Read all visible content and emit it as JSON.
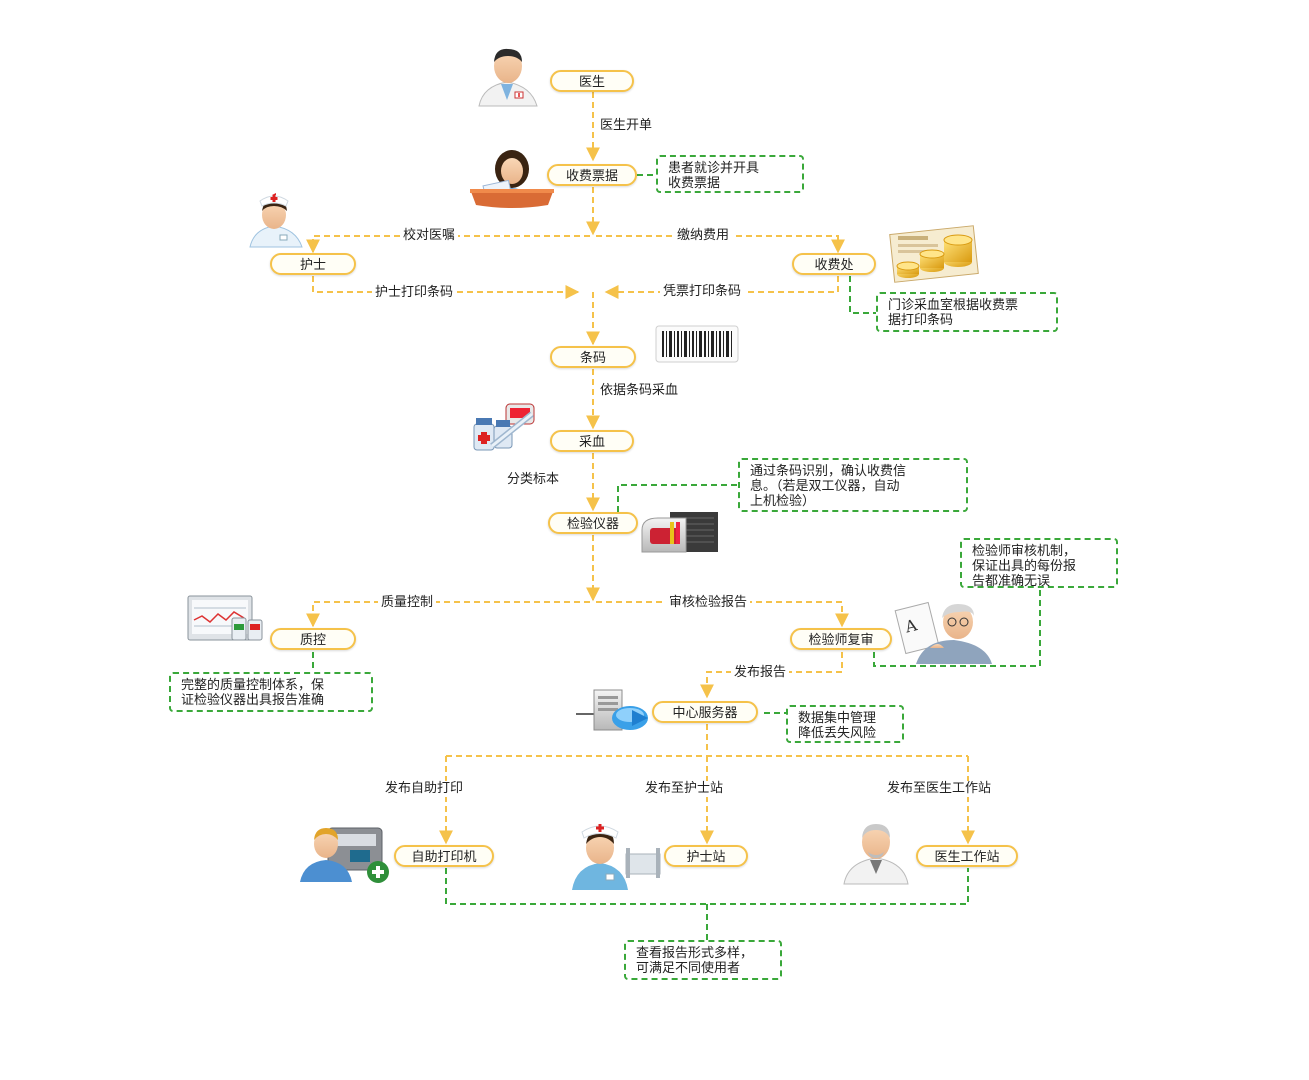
{
  "nodes": {
    "doctor": "医生",
    "receipt": "收费票据",
    "nurse": "护士",
    "cashier": "收费处",
    "barcode": "条码",
    "blood": "采血",
    "instrument": "检验仪器",
    "qc": "质控",
    "reviewer": "检验师复审",
    "server": "中心服务器",
    "self_print": "自助打印机",
    "nurse_station": "护士站",
    "doctor_station": "医生工作站"
  },
  "edges": {
    "doctor_order": "医生开单",
    "check_order": "校对医嘱",
    "pay_fee": "缴纳费用",
    "nurse_print": "护士打印条码",
    "receipt_print": "凭票打印条码",
    "draw_by_barcode": "依据条码采血",
    "classify": "分类标本",
    "quality_control": "质量控制",
    "review_report": "审核检验报告",
    "publish_report": "发布报告",
    "publish_self_print": "发布自助打印",
    "publish_nurse": "发布至护士站",
    "publish_doctor": "发布至医生工作站"
  },
  "notes": {
    "receipt_note": [
      "患者就诊并开具",
      "收费票据"
    ],
    "cashier_note": [
      "门诊采血室根据收费票",
      "据打印条码"
    ],
    "instrument_note": [
      "通过条码识别，确认收费信",
      "息。（若是双工仪器，自动",
      "上机检验）"
    ],
    "reviewer_note": [
      "检验师审核机制，",
      "保证出具的每份报",
      "告都准确无误"
    ],
    "qc_note": [
      "完整的质量控制体系，保",
      "证检验仪器出具报告准确"
    ],
    "server_note": [
      "数据集中管理",
      "降低丢失风险"
    ],
    "view_note": [
      "查看报告形式多样，",
      "可满足不同使用者"
    ]
  },
  "colors": {
    "flow_line": "#f5c24a",
    "note_line": "#3aa83a",
    "pill_border": "#f5c24a"
  }
}
